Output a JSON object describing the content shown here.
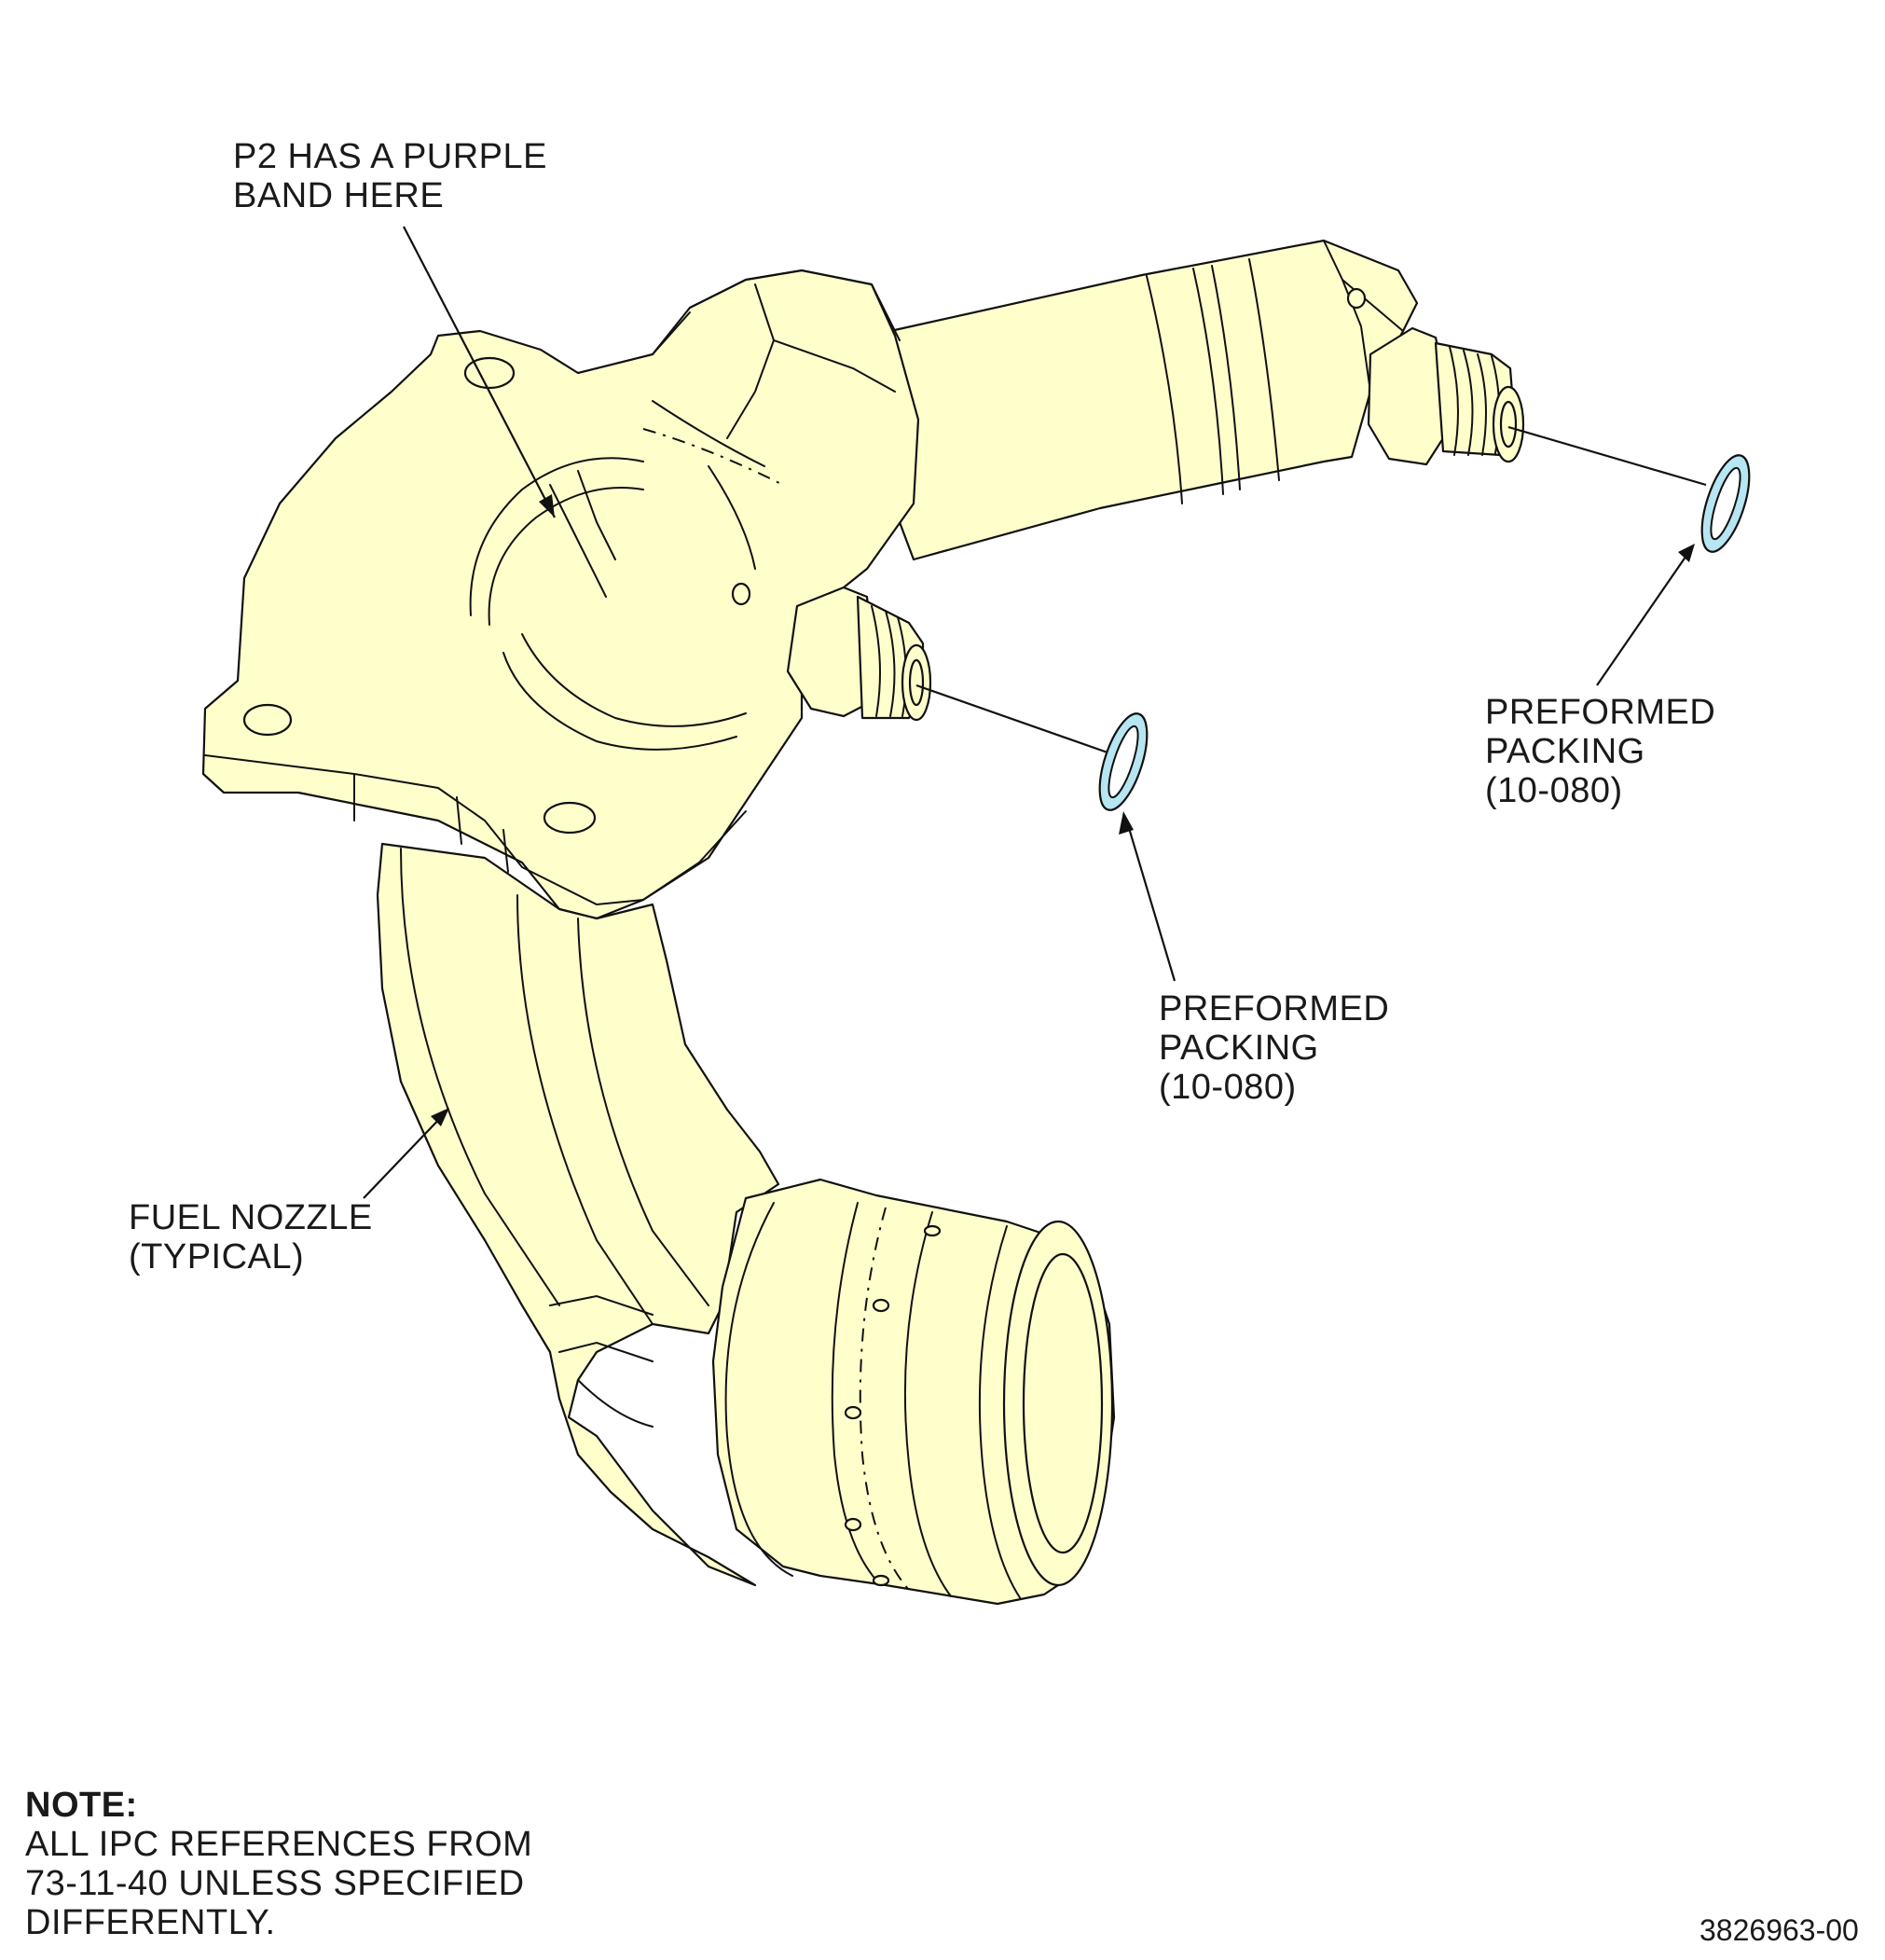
{
  "callouts": {
    "purple_band": {
      "line1": "P2 HAS A PURPLE",
      "line2": "BAND HERE"
    },
    "packing_upper": {
      "line1": "PREFORMED",
      "line2": "PACKING",
      "line3": "(10-080)"
    },
    "packing_lower": {
      "line1": "PREFORMED",
      "line2": "PACKING",
      "line3": "(10-080)"
    },
    "fuel_nozzle": {
      "line1": "FUEL NOZZLE",
      "line2": "(TYPICAL)"
    }
  },
  "note": {
    "title": "NOTE:",
    "line1": "ALL IPC REFERENCES FROM",
    "line2": "73-11-40 UNLESS SPECIFIED",
    "line3": "DIFFERENTLY."
  },
  "figure_number": "3826963-00",
  "colors": {
    "part_fill": "#ffffcc",
    "packing_fill": "#b6e6f2",
    "outline": "#111111"
  }
}
